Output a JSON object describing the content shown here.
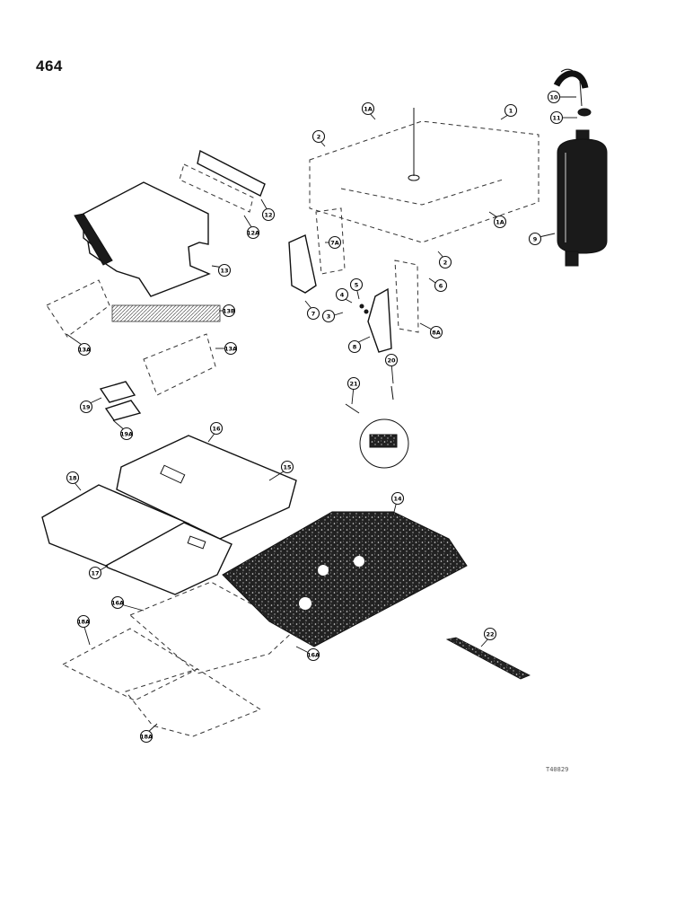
{
  "page_number": "464",
  "figure_code": "T40829",
  "callouts": [
    {
      "id": "c-1",
      "text": "1"
    },
    {
      "id": "c-1a-top",
      "text": "1A"
    },
    {
      "id": "c-1a-right",
      "text": "1A"
    },
    {
      "id": "c-2-top",
      "text": "2"
    },
    {
      "id": "c-2-right",
      "text": "2"
    },
    {
      "id": "c-3",
      "text": "3"
    },
    {
      "id": "c-4",
      "text": "4"
    },
    {
      "id": "c-5",
      "text": "5"
    },
    {
      "id": "c-6",
      "text": "6"
    },
    {
      "id": "c-7",
      "text": "7"
    },
    {
      "id": "c-7a",
      "text": "7A"
    },
    {
      "id": "c-8",
      "text": "8"
    },
    {
      "id": "c-8a",
      "text": "8A"
    },
    {
      "id": "c-9",
      "text": "9"
    },
    {
      "id": "c-10",
      "text": "10"
    },
    {
      "id": "c-11",
      "text": "11"
    },
    {
      "id": "c-12",
      "text": "12"
    },
    {
      "id": "c-12a",
      "text": "12A"
    },
    {
      "id": "c-13",
      "text": "13"
    },
    {
      "id": "c-13a-left",
      "text": "13A"
    },
    {
      "id": "c-13a-right",
      "text": "13A"
    },
    {
      "id": "c-13b",
      "text": "13B"
    },
    {
      "id": "c-14",
      "text": "14"
    },
    {
      "id": "c-15",
      "text": "15"
    },
    {
      "id": "c-16",
      "text": "16"
    },
    {
      "id": "c-16a-top",
      "text": "16A"
    },
    {
      "id": "c-16a-right",
      "text": "16A"
    },
    {
      "id": "c-17",
      "text": "17"
    },
    {
      "id": "c-18",
      "text": "18"
    },
    {
      "id": "c-18a-left",
      "text": "18A"
    },
    {
      "id": "c-18a-bottom",
      "text": "18A"
    },
    {
      "id": "c-19",
      "text": "19"
    },
    {
      "id": "c-19a",
      "text": "19A"
    },
    {
      "id": "c-20",
      "text": "20"
    },
    {
      "id": "c-21",
      "text": "21"
    },
    {
      "id": "c-22",
      "text": "22"
    }
  ]
}
